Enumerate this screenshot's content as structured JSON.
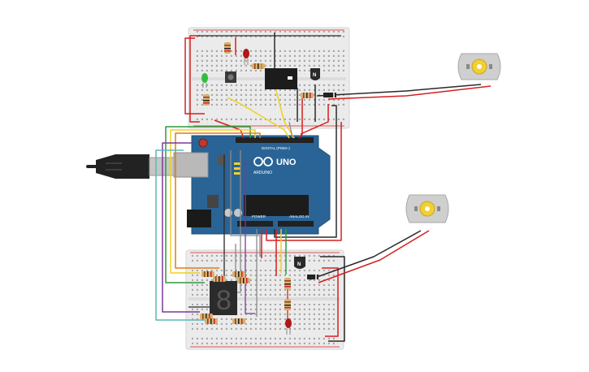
{
  "board": {
    "logo_text": "UNO",
    "brand_text": "ARDUINO",
    "digital_label": "DIGITAL (PWM~)",
    "power_label": "POWER",
    "analog_label": "ANALOG IN"
  },
  "relay": {
    "line1": "",
    "line2": "",
    "line3": ""
  },
  "transistors": {
    "top_label": "N",
    "bottom_label": "N"
  },
  "seven_segment": {
    "digit": "8"
  },
  "colors": {
    "board_blue": "#2a6496",
    "breadboard": "#ebebeb",
    "wire_red": "#d42020",
    "wire_black": "#2a2a2a",
    "wire_yellow": "#f0d020",
    "wire_green": "#2e9a3e",
    "wire_purple": "#7a3a9a",
    "wire_teal": "#5ab8b8",
    "wire_gray": "#8a8a8a",
    "wire_orange": "#e07a1a",
    "led_red": "#b01818",
    "led_green": "#2fbf3a",
    "motor_body": "#cfcfcf",
    "motor_hub": "#f2cf32"
  }
}
